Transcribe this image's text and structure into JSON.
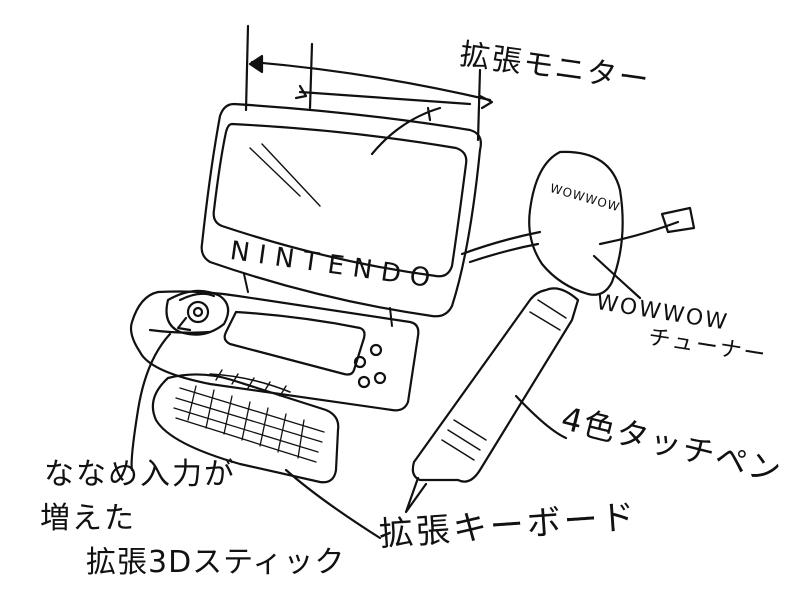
{
  "labels": {
    "monitor": "拡張モニター",
    "wowwow_line1": "WOWWOW",
    "wowwow_line2": "チューナー",
    "pen": "4色タッチペン",
    "keyboard": "拡張キーボード",
    "stick_line1": "ななめ入力が",
    "stick_line2": "増えた",
    "stick_line3": "拡張3Dスティック",
    "brand": "NINTENDO",
    "card": "WOWWOW"
  },
  "colors": {
    "ink": "#111111",
    "paper": "#ffffff"
  }
}
